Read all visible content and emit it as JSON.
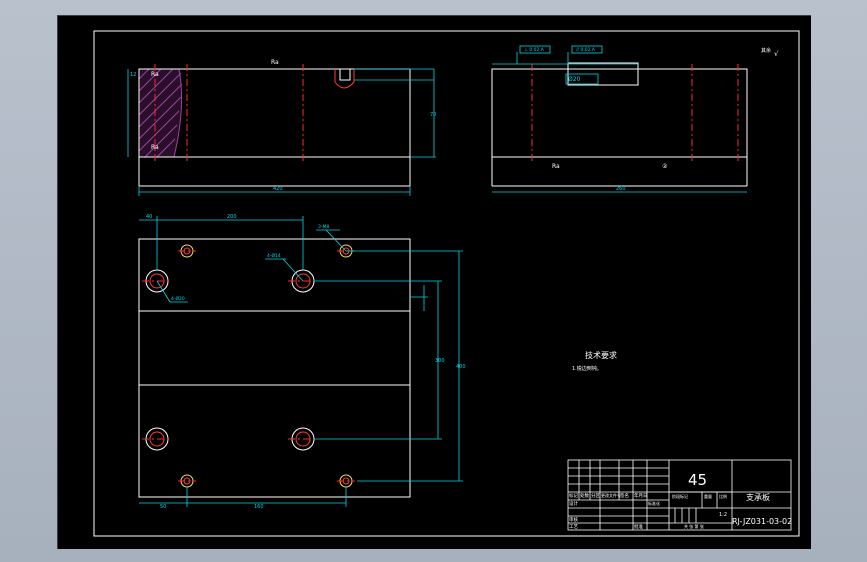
{
  "title_block": {
    "material": "45",
    "part_name": "支承板",
    "drawing_no": "RJ-JZ031-03-02",
    "scale": "1:2",
    "cells": [
      "标记",
      "处数",
      "分区",
      "更改文件号",
      "签名",
      "年月日",
      "设计",
      "标准化",
      "阶段标记",
      "重量",
      "比例",
      "审核",
      "工艺",
      "批准",
      "共 张 第 张"
    ]
  },
  "notes": {
    "heading": "技术要求",
    "line1": "1.锐边倒钝。"
  },
  "symbols": {
    "surface_finish": "Ra",
    "rest_roughness": "其余"
  }
}
